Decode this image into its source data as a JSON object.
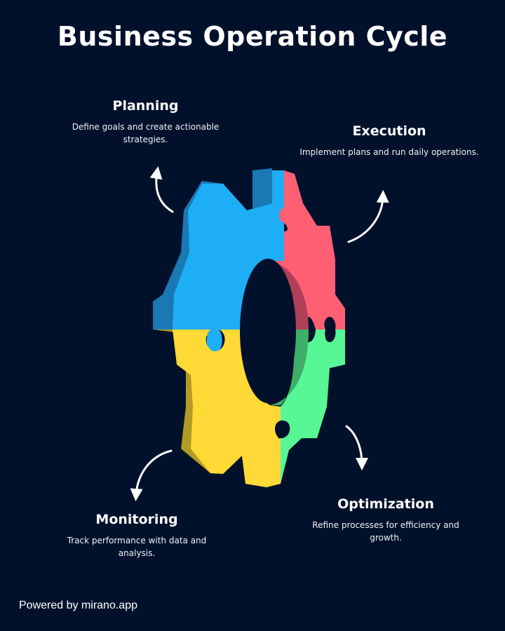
{
  "title": "Business Operation Cycle",
  "stages": {
    "planning": {
      "heading": "Planning",
      "description": "Define goals and create actionable strategies.",
      "color": "#1eaef5"
    },
    "execution": {
      "heading": "Execution",
      "description": "Implement plans and run daily operations.",
      "color": "#ff5f73"
    },
    "optimization": {
      "heading": "Optimization",
      "description": "Refine processes for efficiency and growth.",
      "color": "#56f794"
    },
    "monitoring": {
      "heading": "Monitoring",
      "description": "Track performance with data and analysis.",
      "color": "#ffd936"
    }
  },
  "footer": "Powered by mirano.app",
  "colors": {
    "background": "#02112b",
    "arrow": "#ffffff"
  }
}
